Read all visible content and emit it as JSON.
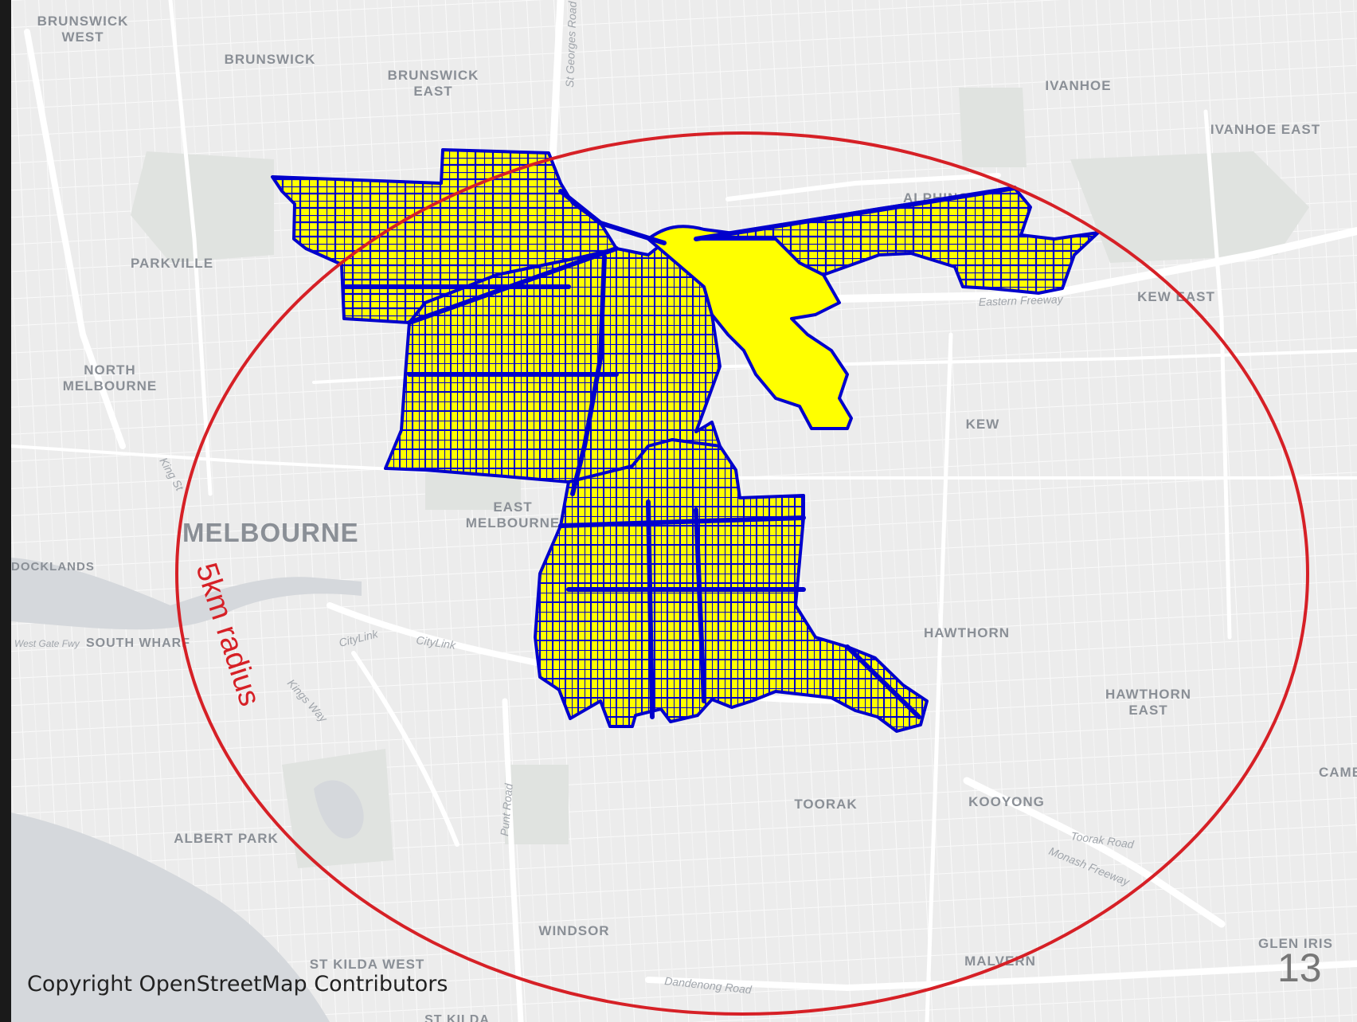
{
  "map": {
    "places": [
      {
        "id": "brunswick-west",
        "lines": [
          "BRUNSWICK",
          "WEST"
        ]
      },
      {
        "id": "brunswick",
        "lines": [
          "BRUNSWICK"
        ]
      },
      {
        "id": "brunswick-east",
        "lines": [
          "BRUNSWICK",
          "EAST"
        ]
      },
      {
        "id": "ivanhoe",
        "lines": [
          "IVANHOE"
        ]
      },
      {
        "id": "ivanhoe-east",
        "lines": [
          "IVANHOE EAST"
        ]
      },
      {
        "id": "alphington",
        "lines": [
          "ALPHINGTON"
        ]
      },
      {
        "id": "parkville",
        "lines": [
          "PARKVILLE"
        ]
      },
      {
        "id": "kew-east",
        "lines": [
          "KEW EAST"
        ]
      },
      {
        "id": "north-melbourne",
        "lines": [
          "NORTH",
          "MELBOURNE"
        ]
      },
      {
        "id": "kew",
        "lines": [
          "KEW"
        ]
      },
      {
        "id": "east-melbourne",
        "lines": [
          "EAST",
          "MELBOURNE"
        ]
      },
      {
        "id": "melbourne",
        "lines": [
          "MELBOURNE"
        ]
      },
      {
        "id": "docklands",
        "lines": [
          "DOCKLANDS"
        ]
      },
      {
        "id": "south-wharf",
        "lines": [
          "SOUTH WHARF"
        ]
      },
      {
        "id": "hawthorn",
        "lines": [
          "HAWTHORN"
        ]
      },
      {
        "id": "hawthorn-east",
        "lines": [
          "HAWTHORN",
          "EAST"
        ]
      },
      {
        "id": "camberwell",
        "lines": [
          "CAMB"
        ]
      },
      {
        "id": "toorak",
        "lines": [
          "TOORAK"
        ]
      },
      {
        "id": "kooyong",
        "lines": [
          "KOOYONG"
        ]
      },
      {
        "id": "albert-park",
        "lines": [
          "ALBERT PARK"
        ]
      },
      {
        "id": "windsor",
        "lines": [
          "WINDSOR"
        ]
      },
      {
        "id": "glen-iris",
        "lines": [
          "GLEN IRIS"
        ]
      },
      {
        "id": "st-kilda-west",
        "lines": [
          "ST KILDA WEST"
        ]
      },
      {
        "id": "malvern",
        "lines": [
          "MALVERN"
        ]
      },
      {
        "id": "st-kilda",
        "lines": [
          "ST KILDA"
        ]
      }
    ],
    "roads": [
      {
        "id": "eastern-freeway",
        "label": "Eastern Freeway"
      },
      {
        "id": "toorak-road",
        "label": "Toorak Road"
      },
      {
        "id": "monash-freeway",
        "label": "Monash Freeway"
      },
      {
        "id": "dandenong-road",
        "label": "Dandenong Road"
      },
      {
        "id": "punt-road",
        "label": "Punt Road"
      },
      {
        "id": "kings-way",
        "label": "Kings Way"
      },
      {
        "id": "king-st",
        "label": "King St"
      },
      {
        "id": "citylink",
        "label": "CityLink"
      },
      {
        "id": "citylink-2",
        "label": "CityLink"
      },
      {
        "id": "st-georges-road",
        "label": "St Georges Road"
      },
      {
        "id": "westgate-fwy",
        "label": "West Gate Fwy"
      }
    ],
    "radius_label": "5km radius",
    "copyright": "Copyright OpenStreetMap Contributors",
    "page_number": "13",
    "colors": {
      "background": "#ececec",
      "water": "#d3d6da",
      "park": "#e2e4e2",
      "road_major": "#ffffff",
      "circle": "#d62026",
      "region_fill": "#ffff00",
      "network": "#0000cc",
      "label_radius": "#d62026"
    }
  }
}
